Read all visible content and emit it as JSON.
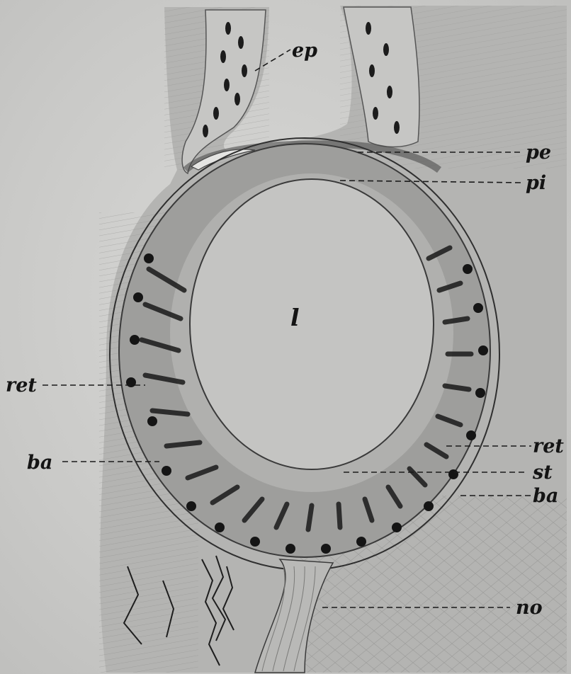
{
  "labels": {
    "ep": "ep",
    "pe": "pe",
    "pi": "pi",
    "l": "l",
    "ret_left": "ret",
    "ret_right": "ret",
    "st": "st",
    "ba_left": "ba",
    "ba_right": "ba",
    "no": "no"
  },
  "colors": {
    "background": "#cfcfcd",
    "lumen": "#c4c4c2",
    "tissue": "#a9a9a7",
    "ink": "#141414"
  }
}
